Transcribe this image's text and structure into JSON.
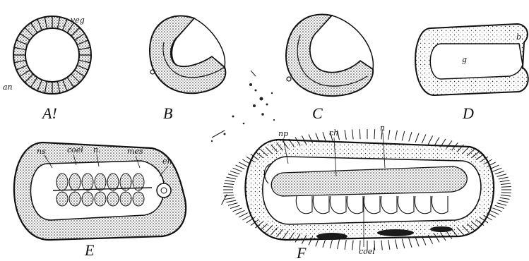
{
  "panels": {
    "A": {
      "letter": "A!",
      "labels": {
        "veg": "veg",
        "an": "an"
      }
    },
    "B": {
      "letter": "B"
    },
    "C": {
      "letter": "C"
    },
    "D": {
      "letter": "D",
      "labels": {
        "g": "g",
        "bl": "b."
      }
    },
    "E": {
      "letter": "E",
      "labels": {
        "ns": "ns",
        "coel": "coel",
        "n": "n.",
        "mes": "mes",
        "en": "en"
      }
    },
    "F": {
      "letter": "F",
      "labels": {
        "np": "np",
        "ch": "ch",
        "n": "n",
        "coel": "coel"
      }
    }
  },
  "marks": {
    "slash": "/"
  }
}
